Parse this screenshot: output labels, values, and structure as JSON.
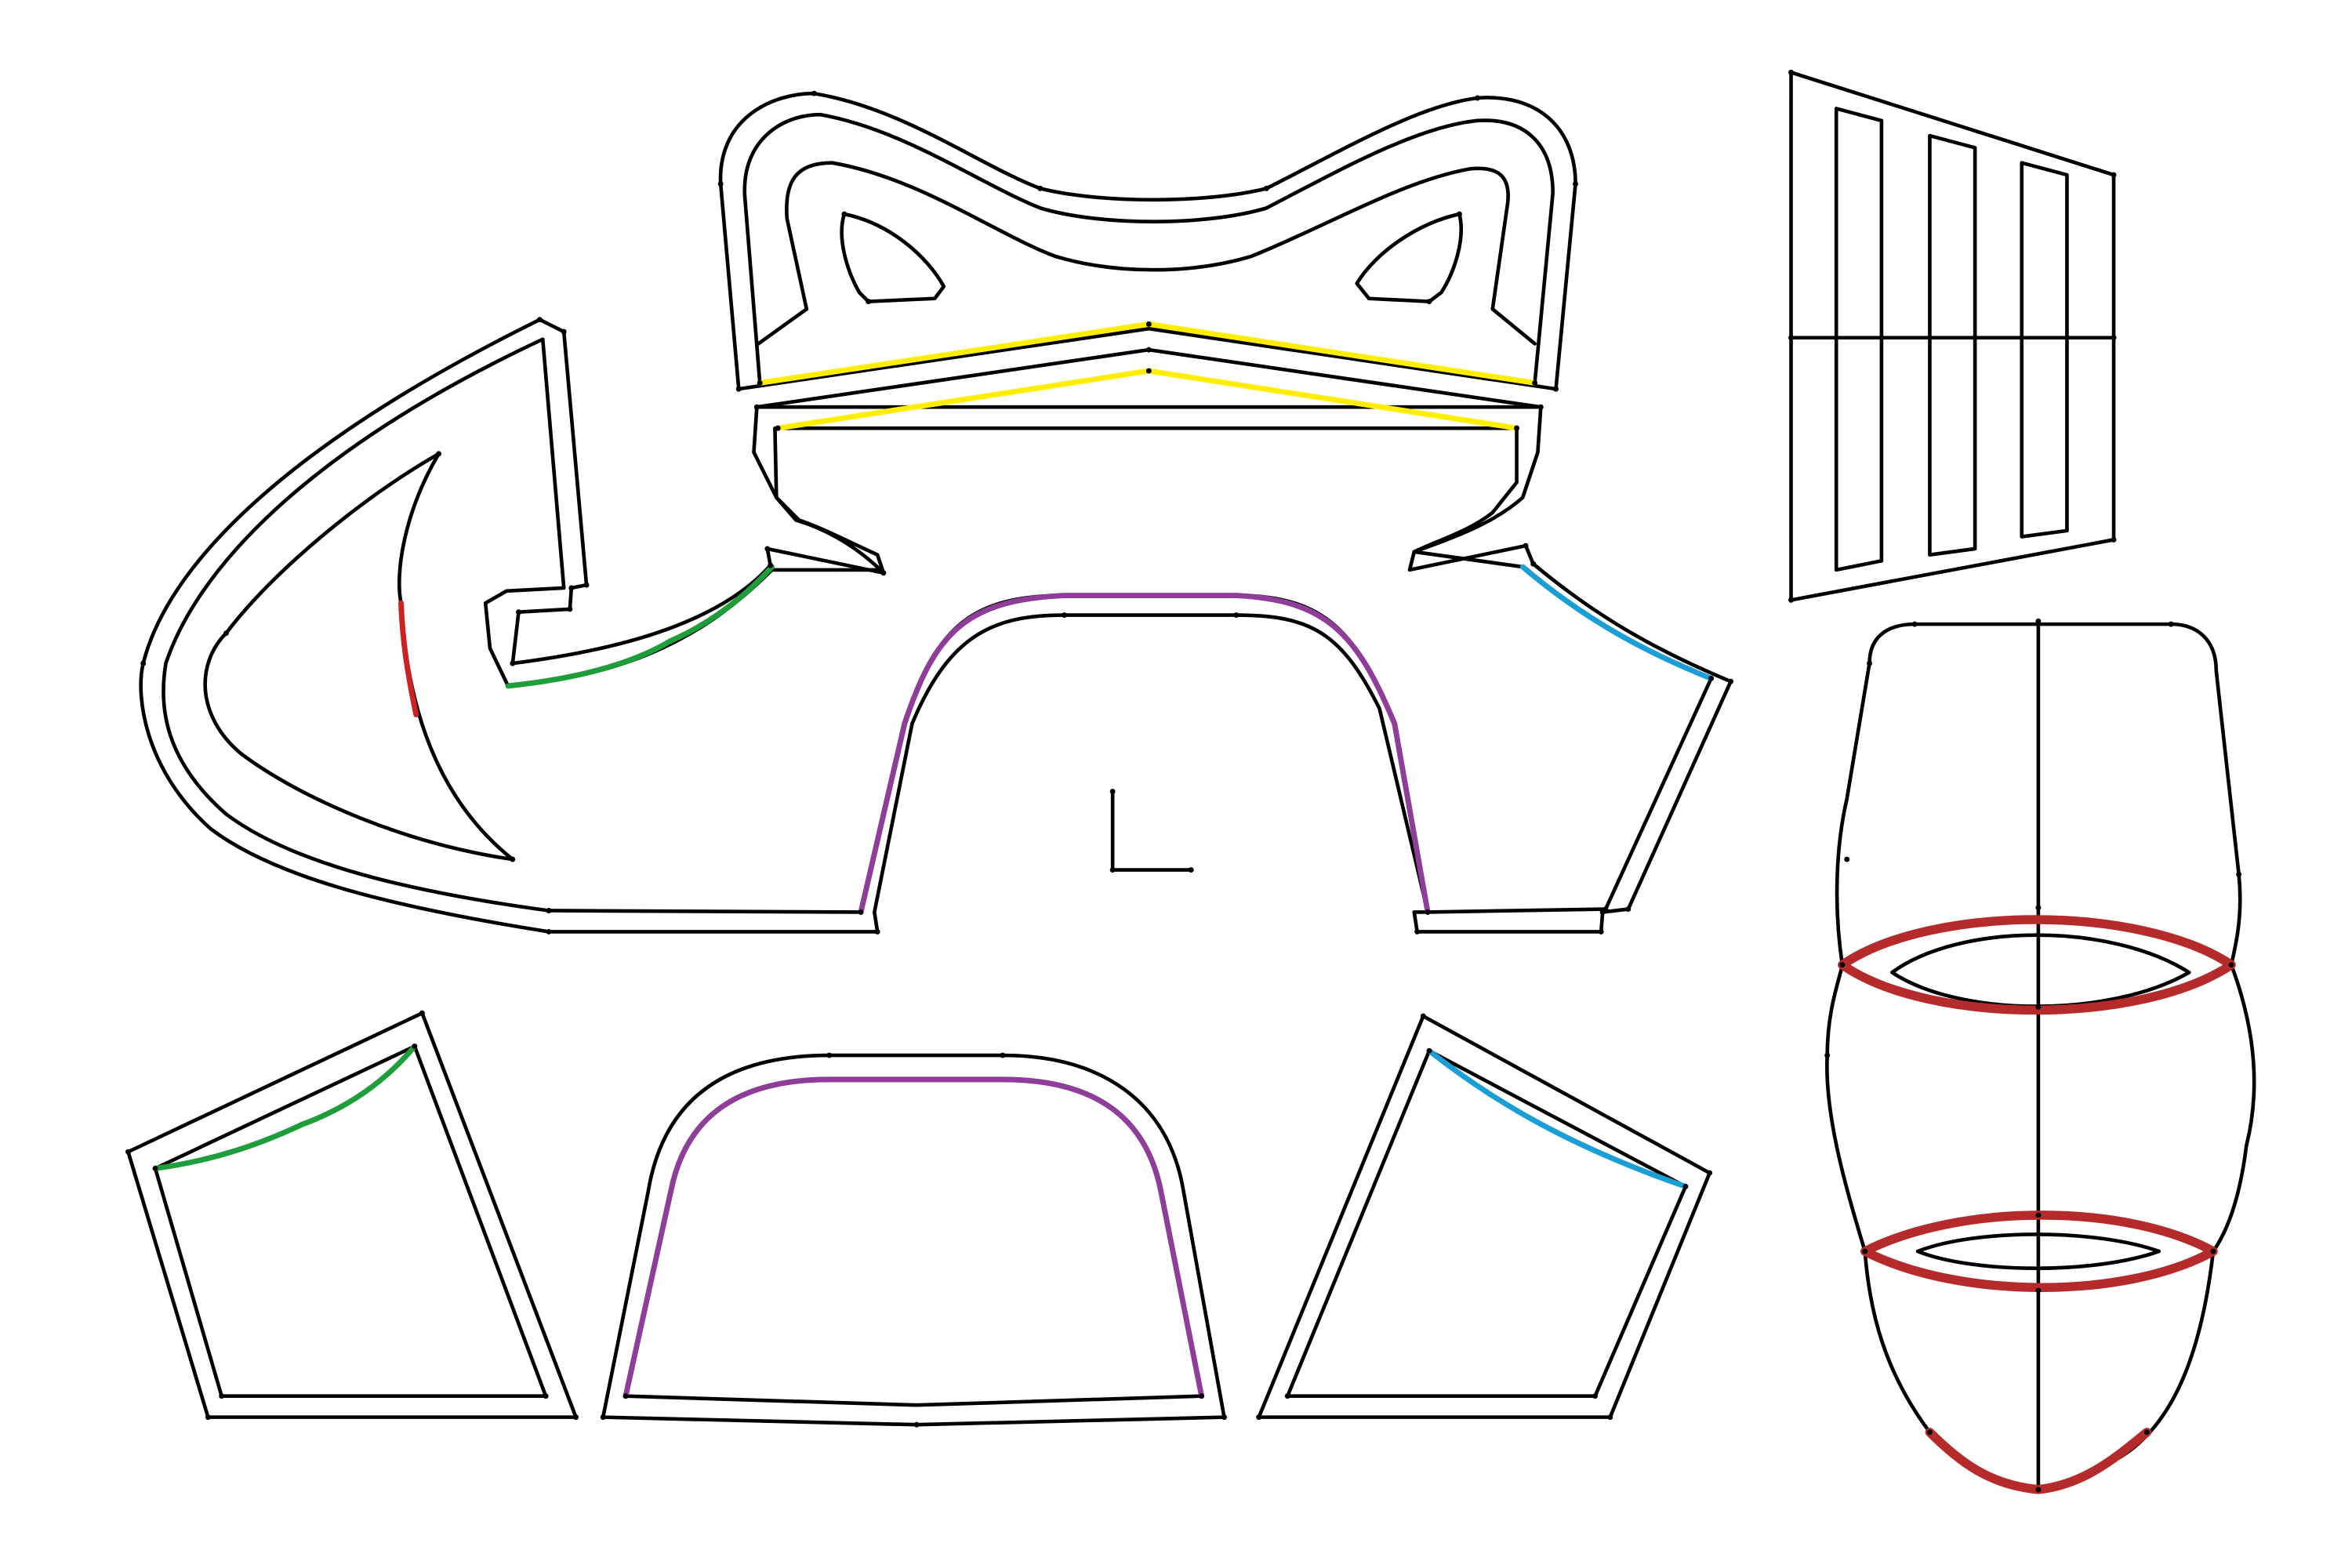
{
  "colors": {
    "outline": "#000000",
    "background": "#ffffff",
    "seam_yellow": "#ffee00",
    "seam_green": "#1e9e3a",
    "seam_purple": "#8e3d98",
    "seam_blue": "#1a9ed6",
    "seam_red": "#cc2222",
    "seam_dark_red": "#b52a2a"
  },
  "pieces": [
    "main-shoe-body",
    "cat-ear-collar",
    "striped-gusset-panel",
    "mask-panel",
    "left-quarter-panel",
    "center-tongue-panel",
    "right-quarter-panel",
    "direction-marker"
  ]
}
